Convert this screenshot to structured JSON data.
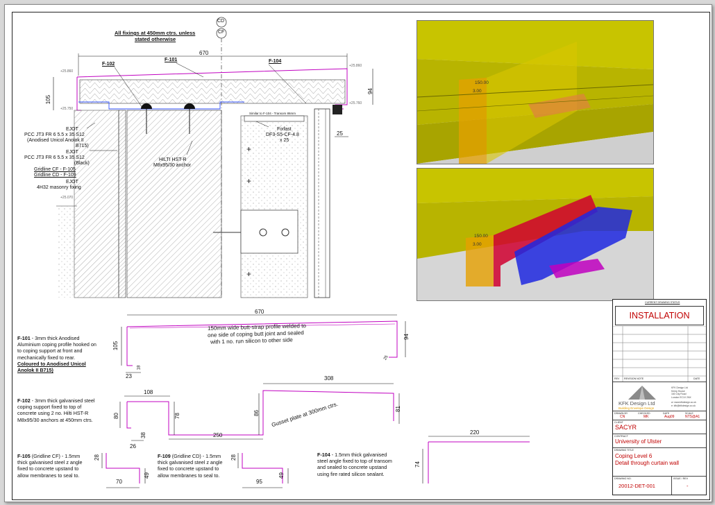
{
  "plan": {
    "grid_cd": "CD",
    "grid_cf": "CF",
    "heading_line1": "All fixings at 450mm ctrs. unless",
    "heading_line2": "stated otherwise",
    "dim_width": "670",
    "dim_height_left": "105",
    "dim_height_right": "94",
    "dim_25": "25",
    "tag_f101": "F-101",
    "tag_f102": "F-102",
    "tag_f104": "F-104",
    "level_left": "+25.860",
    "level_right": "+25.860",
    "level_right2": "+25.760",
    "level_left2": "+25.750",
    "level_low": "+25.070",
    "ejot1_label": "EJOT",
    "ejot1_spec": "PCC JT3 FR 6 5.5 x 35 S12",
    "ejot1_note": "(Anodised Unicol Anolok II",
    "ejot1_note2": "B715)",
    "ejot2_label": "EJOT",
    "ejot2_spec": "PCC JT3 FR 6 5.5 x 35 S12",
    "ejot2_note": "(Black)",
    "gridline_cf": "Gridline CF - F-105",
    "gridline_cd": "Gridline CD - F-109",
    "ejot3_label": "EJOT",
    "ejot3_spec": "4H32 masonry fixing",
    "hilti_label": "HILTI HST-R",
    "hilti_spec": "M8x95/30 anchor",
    "fixfast_label": "Fixfast",
    "fixfast_spec": "DF3-S5-CF-4.8",
    "fixfast_spec2": "x 25",
    "small_label": "Similar to F-104 - Transom 86mm"
  },
  "renders": {
    "top_dim1": "150.00",
    "top_dim2": "3.00",
    "bottom_dim1": "150.00",
    "bottom_dim2": "3.00"
  },
  "details": {
    "f101_dim_w": "670",
    "f101_dim_h": "105",
    "f101_dim_h2": "94",
    "f101_dim_23": "23",
    "f101_dim_18": "18",
    "f101_dim_25": "25",
    "butt_strap_note": "150mm wide butt-strap profile welded to",
    "butt_strap_note2": "one side of coping butt joint and sealed",
    "butt_strap_note3": "with 1 no. run silicon to other side",
    "f102_dim_108": "108",
    "f102_dim_80": "80",
    "f102_dim_78": "78",
    "f102_dim_250": "250",
    "f102_dim_86": "86",
    "f102_dim_308": "308",
    "f102_dim_81": "81",
    "f102_dim_38": "38",
    "f102_dim_26": "26",
    "gusset_note": "Gusset plate at 300mm ctrs.",
    "f105_dim_28": "28",
    "f105_dim_49": "49",
    "f105_dim_70": "70",
    "f109_dim_28": "28",
    "f109_dim_49": "49",
    "f109_dim_95": "95",
    "f104_dim_220": "220",
    "f104_dim_74": "74"
  },
  "notes": {
    "f101_title": "F-101",
    "f101_text1": " - 3mm thick Anodised",
    "f101_text2": "Aluminium coping profile hooked on",
    "f101_text3": "to coping support at front and",
    "f101_text4": "mechanically fixed to rear.",
    "f101_colour1": "Coloured to Anodised Unicol",
    "f101_colour2": "Anolok II B715)",
    "f102_title": "F-102",
    "f102_text1": " - 3mm thick galvanised steel",
    "f102_text2": "coping support fixed to top of",
    "f102_text3": "concrete using 2 no. Hilti HST-R",
    "f102_text4": "M8x95/30 anchors at 450mm ctrs.",
    "f105_title": "F-105",
    "f105_text1": " (Gridline CF) - 1.5mm",
    "f105_text2": "thick galvanised steel z angle",
    "f105_text3": "fixed to concrete upstand to",
    "f105_text4": "allow membranes to seal to.",
    "f109_title": "F-109",
    "f109_text1": " (Gridline CD) - 1.5mm",
    "f109_text2": "thick galvanised steel z angle",
    "f109_text3": "fixed to concrete upstand to",
    "f109_text4": "allow membranes to seal to.",
    "f104_title": "F-104",
    "f104_text1": " - 1.5mm thick galvanised",
    "f104_text2": "steel angle fixed to top of transom",
    "f104_text3": "and sealed to concrete upstand",
    "f104_text4": "using fire rated silicon sealant."
  },
  "titleblock": {
    "status_label": "CURRENT DRAWING STATUS",
    "status": "INSTALLATION",
    "rev_col": "REV",
    "revision_note_col": "REVISION NOTE",
    "date_col": "DATE",
    "company": "KFK Design Ltd",
    "company_tagline": "Building Envelope Design",
    "address1": "KFK Design Ltd",
    "address2": "Kemp House",
    "address3": "160 City Road",
    "address4": "London EC1V 2NX",
    "web": "w: www.kfkdesign.co.uk",
    "email": "e: kfk@kfkdesign.co.uk",
    "drawn_label": "DRAWN BY",
    "drawn": "CN",
    "checked_label": "CHECKED",
    "checked": "MK",
    "date_label": "DATE",
    "date": "Aug09",
    "scale_label": "SCALE",
    "scale": "NTS@A1",
    "client_label": "CLIENT",
    "client": "SACYR",
    "contract_label": "CONTRACT",
    "contract": "University of Ulster",
    "title_label": "DRAWING TITLE",
    "title1": "Coping Level 6",
    "title2": "Detail through curtain wall",
    "drawing_no_label": "DRAWING No.",
    "drawing_no": "20012-DET-001",
    "rev_label": "ISSUE / REV",
    "rev": "-"
  },
  "colors": {
    "magenta": "#c000c0",
    "red": "#c00000",
    "blue": "#3050ff",
    "yellow": "#e6e000"
  }
}
